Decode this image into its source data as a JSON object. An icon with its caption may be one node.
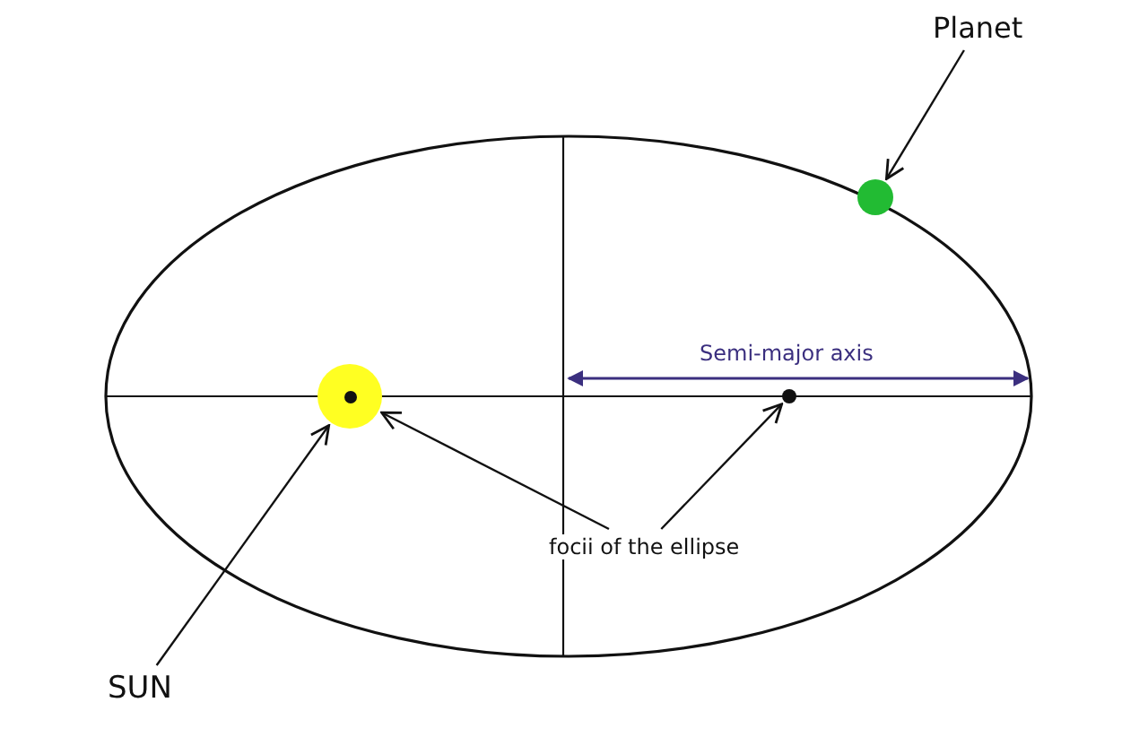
{
  "diagram": {
    "nodes": [
      {
        "text": [
          "Planet"
        ]
      },
      {
        "text": [],
        "shape": "circle"
      },
      {
        "text": [],
        "shape": "circle"
      },
      {
        "text": [],
        "shape": "circle"
      },
      {
        "text": [
          "focii of the ellipse"
        ]
      },
      {
        "text": [
          "SUN"
        ]
      }
    ],
    "edges": [
      {
        "from": 0,
        "to": 1,
        "arrow": "to"
      },
      {
        "from": 5,
        "to": 2,
        "arrow": "to"
      },
      {
        "from": 4,
        "to": 2,
        "arrow": "to"
      },
      {
        "from": 4,
        "to": 3,
        "arrow": "to"
      }
    ],
    "labels": [
      "Semi-major axis"
    ]
  }
}
